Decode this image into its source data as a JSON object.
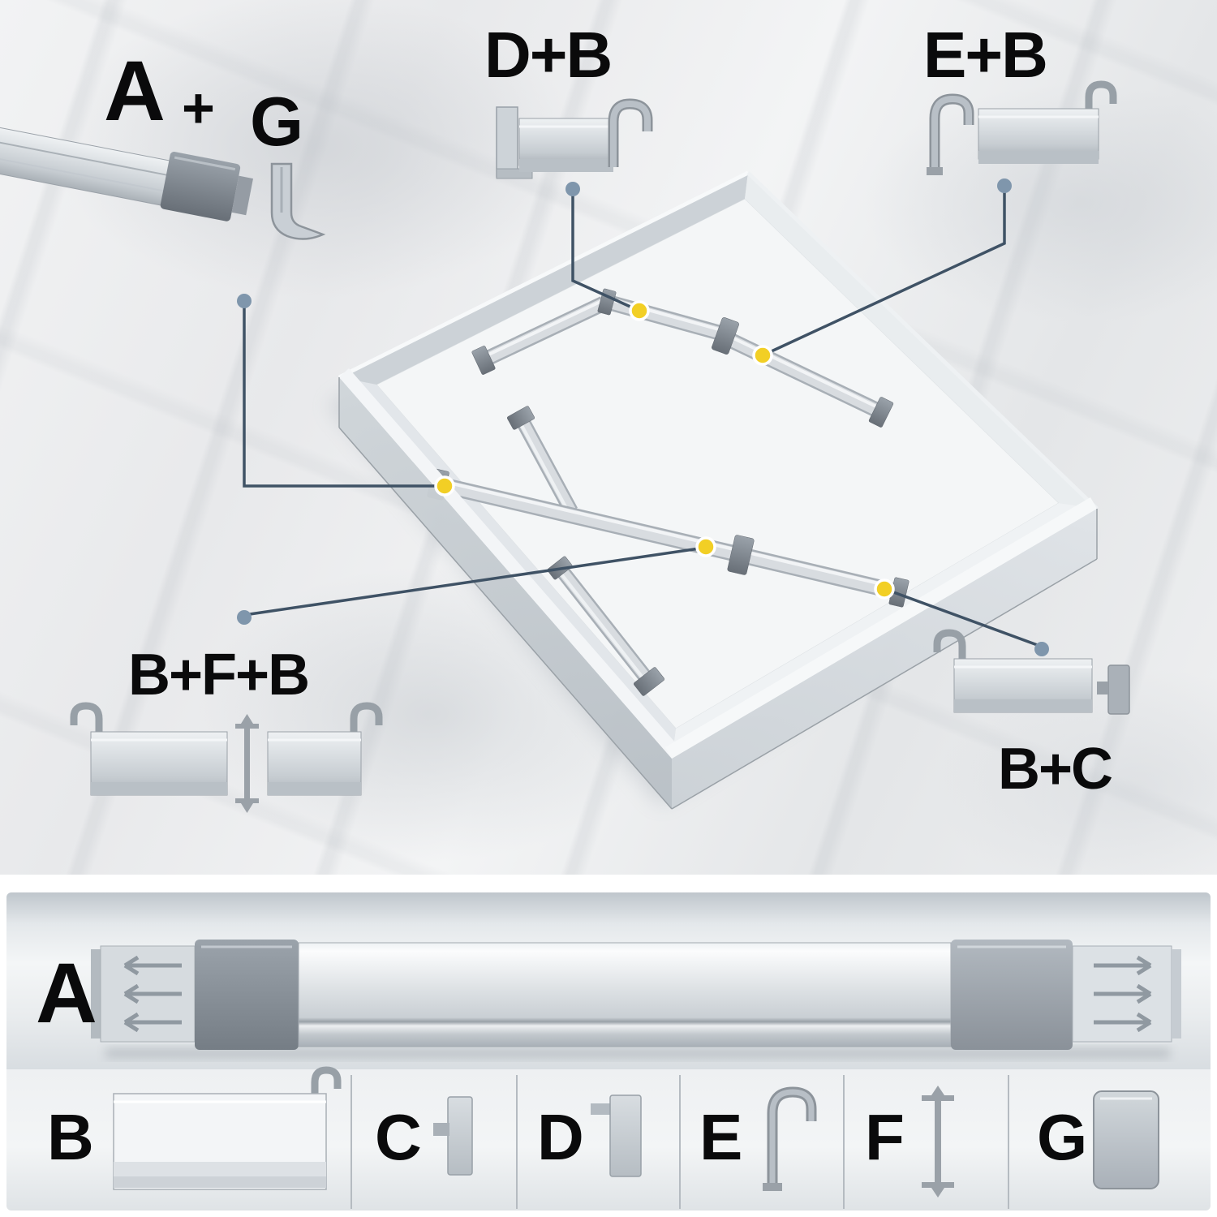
{
  "title_labels": {
    "a_plus_g": {
      "a": "A",
      "plus": "+",
      "g": "G"
    },
    "d_b": "D+B",
    "e_b": "E+B",
    "b_f_b": "B+F+B",
    "b_c": "B+C"
  },
  "bottom_panel": {
    "rail_label": "A",
    "parts": [
      {
        "id": "B",
        "label": "B",
        "icon": "divider-plate-icon"
      },
      {
        "id": "C",
        "label": "C",
        "icon": "end-cap-icon"
      },
      {
        "id": "D",
        "label": "D",
        "icon": "side-bracket-icon"
      },
      {
        "id": "E",
        "label": "E",
        "icon": "hook-icon"
      },
      {
        "id": "F",
        "label": "F",
        "icon": "connector-pin-icon"
      },
      {
        "id": "G",
        "label": "G",
        "icon": "cover-plate-icon"
      }
    ]
  },
  "colors": {
    "callout_line": "#3f5265",
    "dot_yellow": "#f2cf25",
    "dot_blue": "#7f96ac",
    "label_text": "#0a0a0b"
  }
}
